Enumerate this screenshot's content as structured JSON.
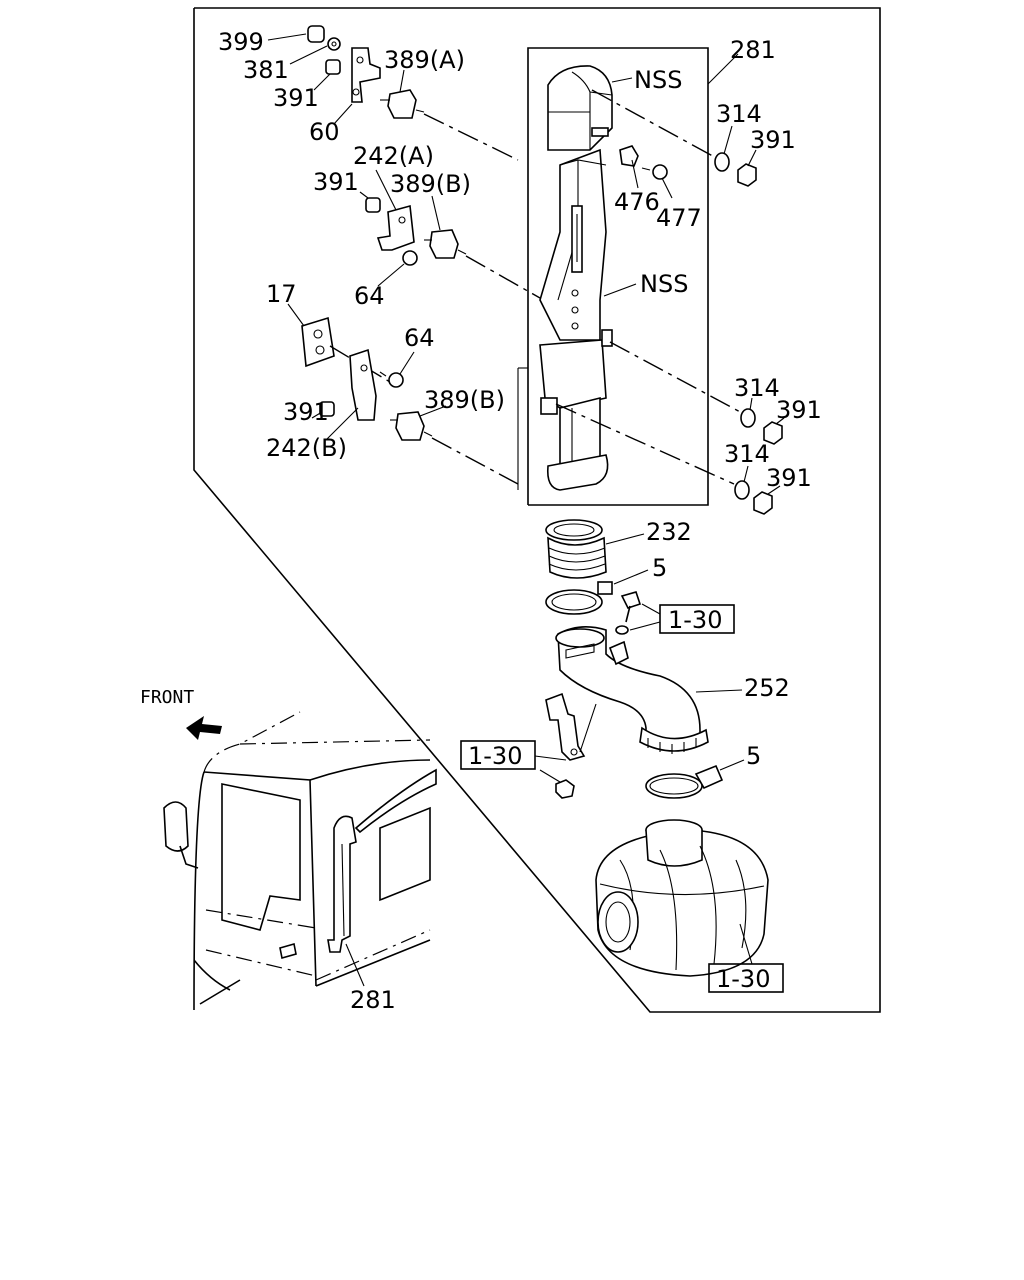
{
  "diagram": {
    "front_label": "FRONT",
    "callouts": {
      "c399": "399",
      "c381": "381",
      "c391_top": "391",
      "c60": "60",
      "c389a": "389(A)",
      "c242a": "242(A)",
      "c391_mid": "391",
      "c389b_mid": "389(B)",
      "c64_mid": "64",
      "c17": "17",
      "c64_low": "64",
      "c391_low": "391",
      "c242b": "242(B)",
      "c389b_low": "389(B)",
      "c281_top": "281",
      "c_nss_top": "NSS",
      "c_nss_mid": "NSS",
      "c314_a": "314",
      "c391_a": "391",
      "c476": "476",
      "c477": "477",
      "c314_b": "314",
      "c391_b": "391",
      "c314_c": "314",
      "c391_c": "391",
      "c232": "232",
      "c5_top": "5",
      "c252": "252",
      "c5_low": "5",
      "c281_bottom": "281"
    },
    "references": {
      "ref_a": "1-30",
      "ref_b": "1-30",
      "ref_c": "1-30"
    }
  }
}
